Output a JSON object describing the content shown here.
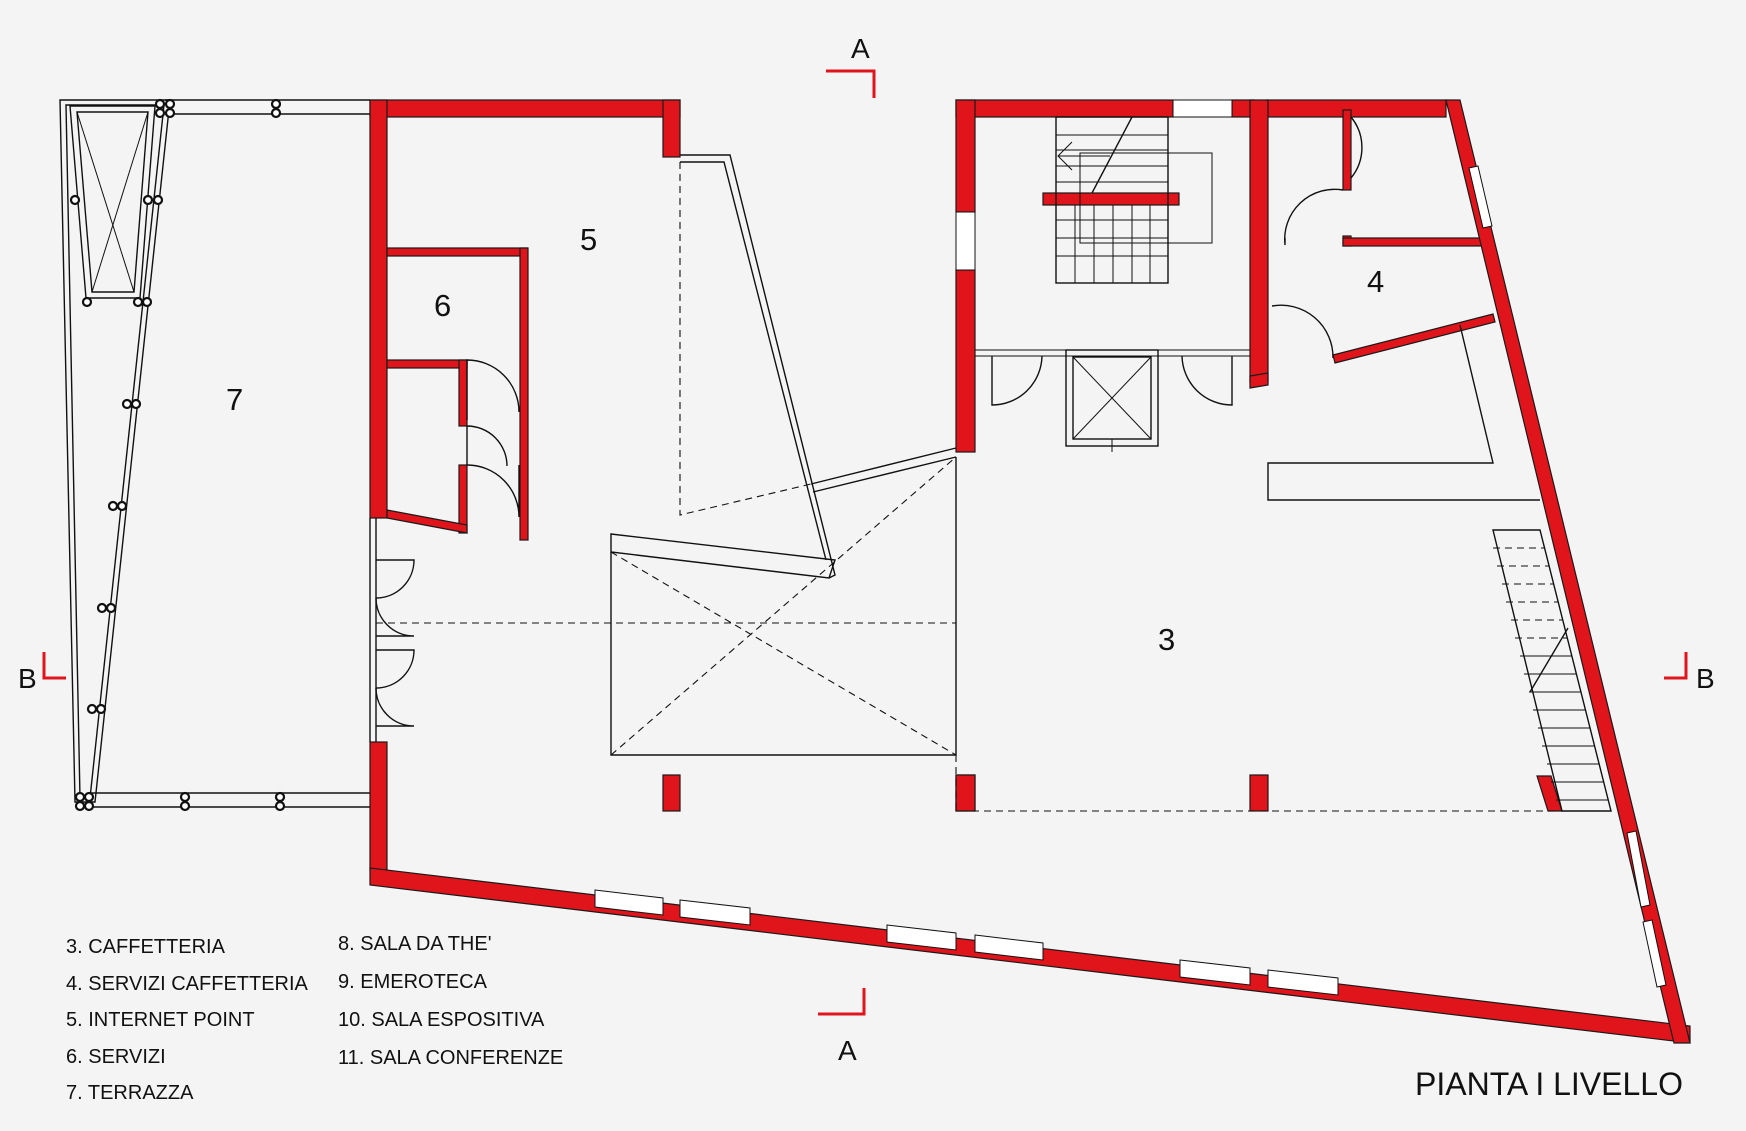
{
  "title": "PIANTA I LIVELLO",
  "section_labels": {
    "a_top": "A",
    "a_bottom": "A",
    "b_left": "B",
    "b_right": "B"
  },
  "rooms": {
    "r3": "3",
    "r4": "4",
    "r5": "5",
    "r6": "6",
    "r7": "7"
  },
  "legend_col1": [
    "3. CAFFETTERIA",
    "4. SERVIZI  CAFFETTERIA",
    "5. INTERNET  POINT",
    "6. SERVIZI",
    "7. TERRAZZA"
  ],
  "legend_col2": [
    "8. SALA DA THE'",
    "9. EMEROTECA",
    "10. SALA ESPOSITIVA",
    "11. SALA CONFERENZE"
  ],
  "colors": {
    "wall": "#e0141b",
    "line": "#111111",
    "background": "#f4f4f4"
  }
}
